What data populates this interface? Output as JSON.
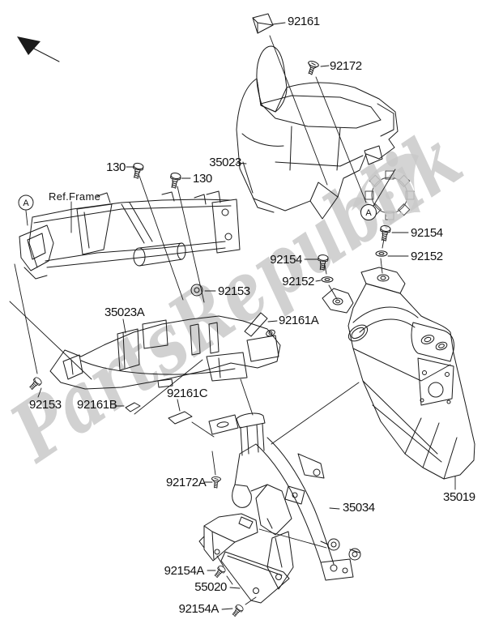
{
  "diagram": {
    "watermark_text": "PartsRepublik",
    "view_marker": "A",
    "labels": [
      {
        "id": "92161",
        "text": "92161"
      },
      {
        "id": "92172",
        "text": "92172"
      },
      {
        "id": "35023",
        "text": "35023"
      },
      {
        "id": "130-left",
        "text": "130"
      },
      {
        "id": "130-right",
        "text": "130"
      },
      {
        "id": "ref-frame",
        "text": "Ref.Frame"
      },
      {
        "id": "92154-right",
        "text": "92154"
      },
      {
        "id": "92152-right",
        "text": "92152"
      },
      {
        "id": "92154-left",
        "text": "92154"
      },
      {
        "id": "92152-left",
        "text": "92152"
      },
      {
        "id": "92153-upper",
        "text": "92153"
      },
      {
        "id": "35023A",
        "text": "35023A"
      },
      {
        "id": "92161A",
        "text": "92161A"
      },
      {
        "id": "92153-lower",
        "text": "92153"
      },
      {
        "id": "92161B",
        "text": "92161B"
      },
      {
        "id": "92161C",
        "text": "92161C"
      },
      {
        "id": "92172A",
        "text": "92172A"
      },
      {
        "id": "35034",
        "text": "35034"
      },
      {
        "id": "35019",
        "text": "35019"
      },
      {
        "id": "92154A-upper",
        "text": "92154A"
      },
      {
        "id": "55020",
        "text": "55020"
      },
      {
        "id": "92154A-lower",
        "text": "92154A"
      }
    ]
  }
}
